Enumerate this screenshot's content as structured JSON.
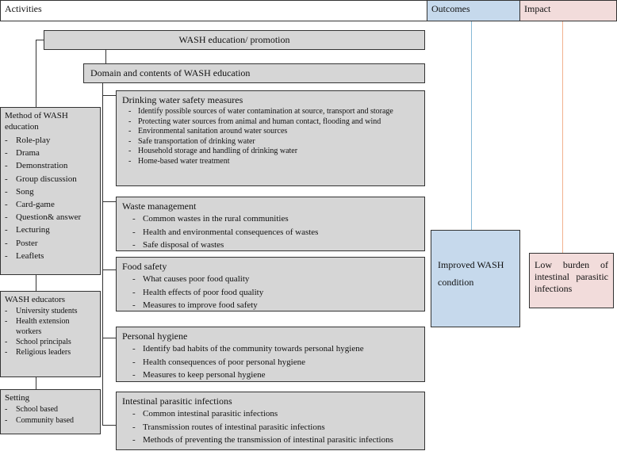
{
  "header": {
    "activities": "Activities",
    "outcomes": "Outcomes",
    "impact": "Impact"
  },
  "wash_promotion": "WASH education/ promotion",
  "domain_title": "Domain and contents of WASH education",
  "method": {
    "title": "Method of WASH education",
    "items": [
      "Role-play",
      "Drama",
      "Demonstration",
      "Group discussion",
      "Song",
      "Card-game",
      "Question& answer",
      "Lecturing",
      "Poster",
      "Leaflets"
    ]
  },
  "educators": {
    "title": "WASH educators",
    "items": [
      "University students",
      "Health extension workers",
      "School principals",
      "Religious leaders"
    ]
  },
  "setting": {
    "title": "Setting",
    "items": [
      "School based",
      "Community based"
    ]
  },
  "drinking": {
    "title": "Drinking water safety measures",
    "items": [
      "Identify possible sources of water contamination at source, transport and storage",
      "Protecting water sources from animal and human contact, flooding and wind",
      "Environmental sanitation around water sources",
      "Safe transportation of drinking water",
      "Household storage and handling of drinking water",
      "Home-based water treatment"
    ]
  },
  "waste": {
    "title": "Waste management",
    "items": [
      "Common wastes in the rural communities",
      "Health and environmental consequences of wastes",
      "Safe disposal of wastes"
    ]
  },
  "food": {
    "title": "Food safety",
    "items": [
      "What causes poor food quality",
      "Health effects of poor food quality",
      "Measures to improve food safety"
    ]
  },
  "hygiene": {
    "title": "Personal hygiene",
    "items": [
      "Identify bad habits of the community towards personal hygiene",
      "Health consequences of poor personal hygiene",
      "Measures to keep personal hygiene"
    ]
  },
  "parasitic": {
    "title": "Intestinal parasitic infections",
    "items": [
      "Common intestinal parasitic infections",
      "Transmission routes of intestinal parasitic infections",
      "Methods of preventing the transmission of intestinal parasitic infections"
    ]
  },
  "outcome_box": "Improved WASH condition",
  "impact_box": "Low burden of intestinal parasitic infections",
  "colors": {
    "gray_box": "#d6d6d6",
    "outcome_fill": "#c6d9ec",
    "impact_fill": "#f2dcdb",
    "outcome_line": "#86b9d6",
    "impact_line": "#f2b28f"
  }
}
